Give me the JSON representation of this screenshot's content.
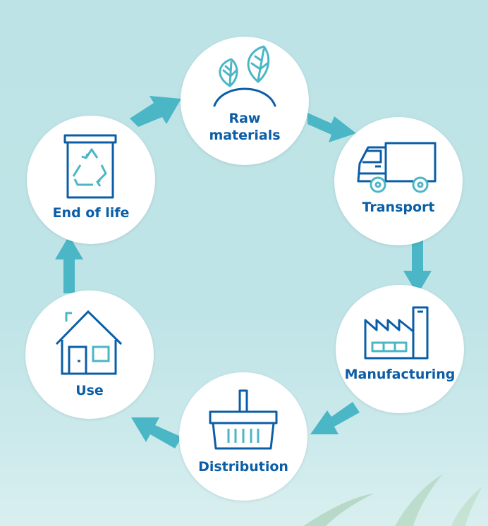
{
  "stages": [
    {
      "id": "raw-materials",
      "label_line1": "Raw",
      "label_line2": "materials",
      "icon": "leaves-icon"
    },
    {
      "id": "transport",
      "label": "Transport",
      "icon": "truck-icon"
    },
    {
      "id": "manufacturing",
      "label": "Manufacturing",
      "icon": "factory-icon"
    },
    {
      "id": "distribution",
      "label": "Distribution",
      "icon": "basket-icon"
    },
    {
      "id": "use",
      "label": "Use",
      "icon": "house-icon"
    },
    {
      "id": "end-of-life",
      "label": "End of life",
      "icon": "recycle-bin-icon"
    }
  ],
  "colors": {
    "label_text": "#0b5ea6",
    "icon_primary": "#0b5ea6",
    "icon_accent": "#4ab6c6",
    "arrow": "#4ab6c6",
    "background": "#bde3e6",
    "circle_fill": "#ffffff"
  }
}
